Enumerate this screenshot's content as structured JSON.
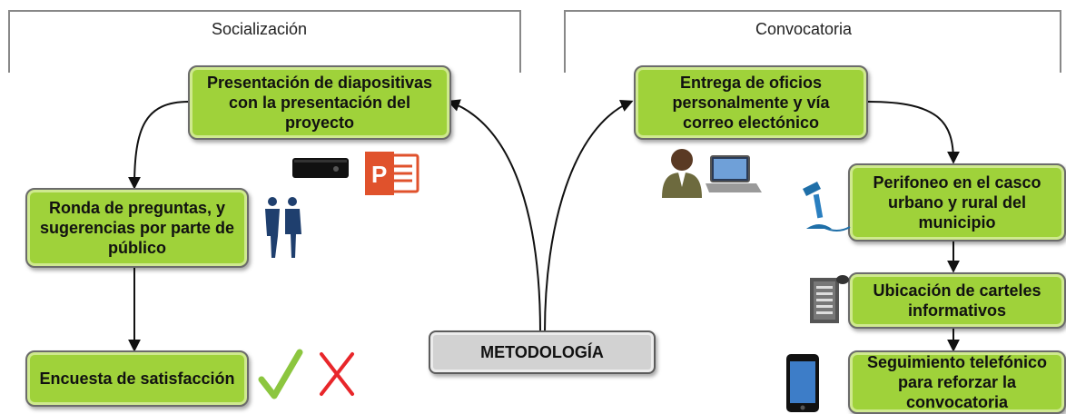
{
  "sections": {
    "left_title": "Socialización",
    "right_title": "Convocatoria"
  },
  "center": {
    "label": "METODOLOGÍA"
  },
  "left_steps": [
    "Presentación de diapositivas con la presentación del proyecto",
    "Ronda de preguntas, y sugerencias por parte de público",
    "Encuesta de satisfacción"
  ],
  "right_steps": [
    "Entrega de oficios personalmente y vía correo electónico",
    "Perifoneo en el casco urbano y rural del municipio",
    "Ubicación de carteles informativos",
    "Seguimiento telefónico para reforzar la convocatoria"
  ],
  "icons": {
    "console": "game-console-icon",
    "powerpoint": "powerpoint-icon",
    "people": "people-icon",
    "check": "check-icon",
    "cross": "cross-icon",
    "person_laptop": "person-laptop-icon",
    "microphone": "microphone-icon",
    "scroll": "scroll-document-icon",
    "phone": "smartphone-icon"
  },
  "colors": {
    "box_fill": "#9fd23a",
    "box_border": "#6b6b6b",
    "center_fill": "#d2d2d2",
    "check": "#8cc63f",
    "cross": "#e8262a",
    "powerpoint": "#e0522c"
  }
}
